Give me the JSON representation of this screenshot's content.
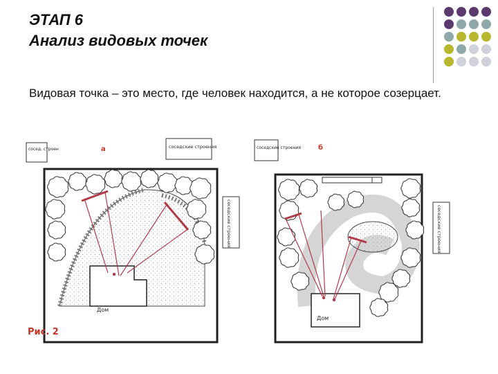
{
  "slide": {
    "title_line1": "ЭТАП 6",
    "title_line2": "Анализ видовых точек",
    "body": "Видовая точка – это место, где человек находится, а не которое созерцает."
  },
  "decoration": {
    "dot_colors": [
      "#5b3a6e",
      "#8fa8a8",
      "#b8b830",
      "#cfd2d8"
    ]
  },
  "figure": {
    "label_a": "а",
    "label_b": "б",
    "neighbor_left_a": "сосед. строен",
    "neighbor_top_a": "соседские строения",
    "neighbor_right_a": "соседские строения",
    "house_a": "Дом",
    "neighbor_left_b": "соседские строения",
    "neighbor_right_b": "соседские строения",
    "house_b": "Дом",
    "caption": "Рис. 2",
    "line_color": "#b03a48"
  }
}
